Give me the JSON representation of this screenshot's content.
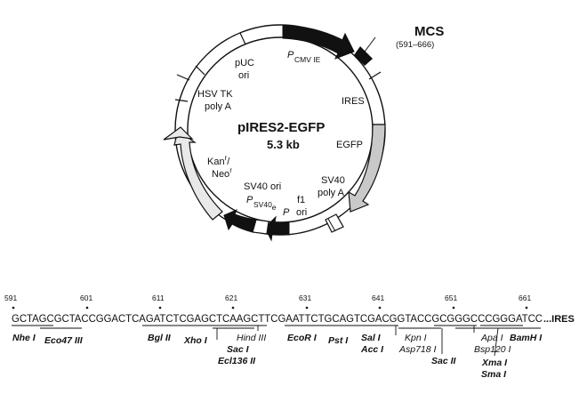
{
  "plasmid": {
    "name": "pIRES2-EGFP",
    "size": "5.3 kb"
  },
  "features": {
    "cmv_p": "P",
    "cmv_sub": "CMV IE",
    "mcs": "MCS",
    "mcs_range": "(591–666)",
    "ires": "IRES",
    "egfp": "EGFP",
    "sv40pa_1": "SV40",
    "sv40pa_2": "poly A",
    "f1_1": "f1",
    "f1_2": "ori",
    "p_f1": "P",
    "sv40ori_1": "SV40 ori",
    "sv40e_p": "P",
    "sv40e_sub": "SV40",
    "sv40e_e": "e",
    "kan_1": "Kan",
    "kan_1_sup": "r",
    "kan_slash": "/",
    "kan_2": "Neo",
    "kan_2_sup": "r",
    "hsv_1": "HSV TK",
    "hsv_2": "poly A",
    "puc_1": "pUC",
    "puc_2": "ori"
  },
  "sequence": {
    "positions": [
      "591",
      "601",
      "611",
      "621",
      "631",
      "641",
      "651",
      "661"
    ],
    "text": "GCTAGCGCTACCGGACTCAGATCTCGAGCTCAAGCTTCGAATTCTGCAGTCGACGGTACCGCGGGCCCGGGATCC",
    "suffix": "...IRES"
  },
  "enzymes": {
    "nhe": "Nhe I",
    "eco47": "Eco47 III",
    "bgl": "Bgl II",
    "xho": "Xho I",
    "hind": "Hind III",
    "sac1": "Sac I",
    "ecl": "Ecl136 II",
    "ecor": "EcoR I",
    "pst": "Pst I",
    "sal": "Sal I",
    "acc": "Acc I",
    "kpn": "Kpn I",
    "asp": "Asp718 I",
    "sac2": "Sac II",
    "apa": "Apa I",
    "bsp": "Bsp120 I",
    "xma": "Xma I",
    "sma": "Sma I",
    "bam": "BamH I"
  }
}
